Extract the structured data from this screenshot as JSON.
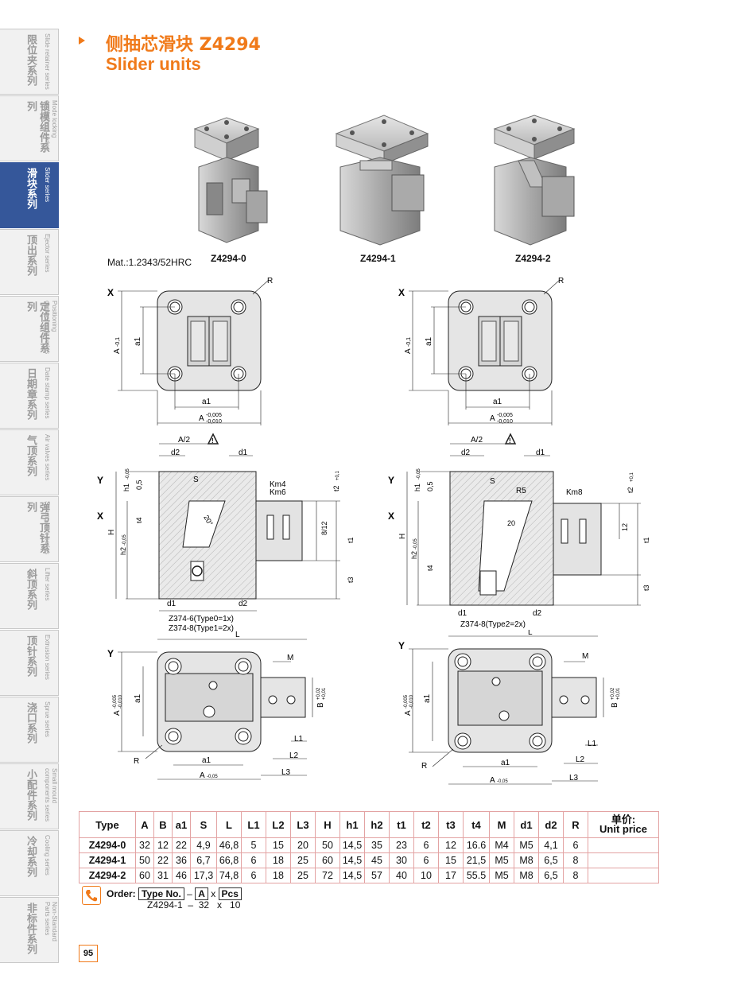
{
  "sidebar": {
    "items": [
      {
        "cn": "限位夹系列",
        "en": "Slide retainer series",
        "active": false
      },
      {
        "cn": "锁模组件系列",
        "en": "Mode locking\ncomponent series",
        "active": false
      },
      {
        "cn": "滑块系列",
        "en": "Slider series",
        "active": true
      },
      {
        "cn": "顶出系列",
        "en": "Ejector series",
        "active": false
      },
      {
        "cn": "定位组件系列",
        "en": "Positioning\ncomponents series",
        "active": false
      },
      {
        "cn": "日期章系列",
        "en": "Date stamp series",
        "active": false
      },
      {
        "cn": "气顶系列",
        "en": "Air valves series",
        "active": false
      },
      {
        "cn": "弹弓顶针系列",
        "en": "Sprung core series",
        "active": false
      },
      {
        "cn": "斜顶系列",
        "en": "Lifter series",
        "active": false
      },
      {
        "cn": "顶针系列",
        "en": "Extrusion series",
        "active": false
      },
      {
        "cn": "浇口系列",
        "en": "Sprue series",
        "active": false
      },
      {
        "cn": "小配件系列",
        "en": "Small mould\ncomponents series",
        "active": false
      },
      {
        "cn": "冷却系列",
        "en": "Cooling series",
        "active": false
      },
      {
        "cn": "非标件系列",
        "en": "Non-Standard\nParts series",
        "active": false
      }
    ]
  },
  "header": {
    "title_cn": "侧抽芯滑块 Z4294",
    "title_en": "Slider units"
  },
  "products": {
    "material": "Mat.:1.2343/52HRC",
    "labels": [
      "Z4294-0",
      "Z4294-1",
      "Z4294-2"
    ]
  },
  "drawings": {
    "top_left": {
      "X": "X",
      "R": "R",
      "a1": "a1",
      "A": "A",
      "A_tol_v": "-0,1",
      "A_tol_h1": "-0,005",
      "A_tol_h2": "-0,010"
    },
    "top_right": {
      "X": "X",
      "R": "R",
      "a1": "a1",
      "A": "A",
      "A_tol_v": "-0,1",
      "A_tol_h1": "-0,005",
      "A_tol_h2": "-0,010"
    },
    "mid_left": {
      "A2": "A/2",
      "d2": "d2",
      "d1": "d1",
      "S": "S",
      "Y": "Y",
      "X": "X",
      "h1": "h1",
      "h1_tol": "-0,05",
      "half": "0,5",
      "t4": "t4",
      "H": "H",
      "h2": "h2",
      "h2_tol": "-0,05",
      "km4": "Km4",
      "km6": "Km6",
      "t2": "t2",
      "t2_tol": "+0,1",
      "ang": "20°",
      "val": "8/12",
      "t1": "t1",
      "t3": "t3",
      "note1": "Z374-6(Type0=1x)",
      "note2": "Z374-8(Type1=2x)"
    },
    "mid_right": {
      "A2": "A/2",
      "d2": "d2",
      "d1": "d1",
      "S": "S",
      "R5": "R5",
      "Y": "Y",
      "X": "X",
      "h1": "h1",
      "h1_tol": "-0,05",
      "half": "0,5",
      "t4": "t4",
      "H": "H",
      "h2": "h2",
      "h2_tol": "-0,05",
      "km8": "Km8",
      "t2": "t2",
      "t2_tol": "+0,1",
      "ang": "20",
      "val": "12",
      "t1": "t1",
      "t3": "t3",
      "note": "Z374-8(Type2=2x)"
    },
    "bot_left": {
      "Y": "Y",
      "L": "L",
      "M": "M",
      "a1": "a1",
      "A": "A",
      "A_tol1": "-0,005",
      "A_tol2": "-0,010",
      "B": "B",
      "B_tol1": "+0,02",
      "B_tol2": "+0,01",
      "L1": "L1",
      "L2": "L2",
      "L3": "L3",
      "R": "R",
      "A_bot": "A",
      "A_bot_tol": "-0,05"
    },
    "bot_right": {
      "Y": "Y",
      "L": "L",
      "M": "M",
      "a1": "a1",
      "A": "A",
      "A_tol1": "-0,005",
      "A_tol2": "-0,010",
      "B": "B",
      "B_tol1": "+0,02",
      "B_tol2": "+0,01",
      "L1": "L1",
      "L2": "L2",
      "L3": "L3",
      "R": "R",
      "A_bot": "A",
      "A_bot_tol": "-0,05"
    }
  },
  "table": {
    "headers": [
      "Type",
      "A",
      "B",
      "a1",
      "S",
      "L",
      "L1",
      "L2",
      "L3",
      "H",
      "h1",
      "h2",
      "t1",
      "t2",
      "t3",
      "t4",
      "M",
      "d1",
      "d2",
      "R"
    ],
    "price_cn": "单价:",
    "price_en": "Unit price",
    "rows": [
      [
        "Z4294-0",
        "32",
        "12",
        "22",
        "4,9",
        "46,8",
        "5",
        "15",
        "20",
        "50",
        "14,5",
        "35",
        "23",
        "6",
        "12",
        "16.6",
        "M4",
        "M5",
        "4,1",
        "6"
      ],
      [
        "Z4294-1",
        "50",
        "22",
        "36",
        "6,7",
        "66,8",
        "6",
        "18",
        "25",
        "60",
        "14,5",
        "45",
        "30",
        "6",
        "15",
        "21,5",
        "M5",
        "M8",
        "6,5",
        "8"
      ],
      [
        "Z4294-2",
        "60",
        "31",
        "46",
        "17,3",
        "74,8",
        "6",
        "18",
        "25",
        "72",
        "14,5",
        "57",
        "40",
        "10",
        "17",
        "55.5",
        "M5",
        "M8",
        "6,5",
        "8"
      ]
    ]
  },
  "order": {
    "label": "Order:",
    "type_no": "Type No.",
    "dash1": "–",
    "a_box": "A",
    "x1": "x",
    "pcs": "Pcs",
    "example": "Z4294-1  –  32   x   10"
  },
  "page_number": "95"
}
